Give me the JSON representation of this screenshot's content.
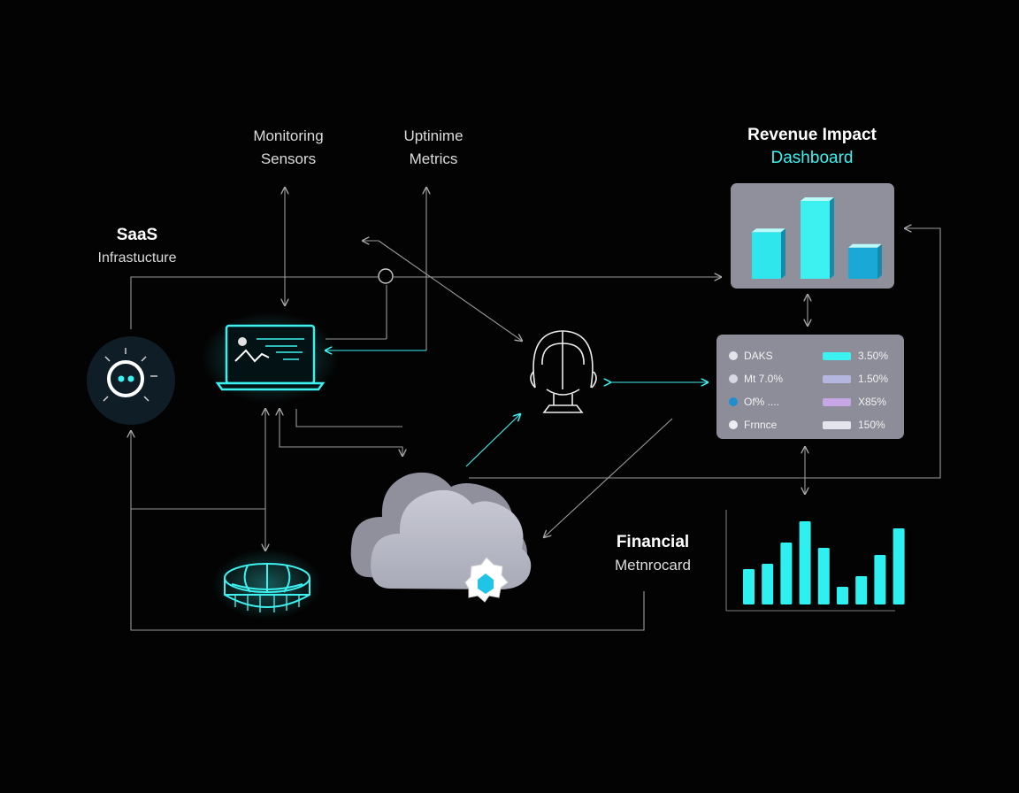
{
  "labels": {
    "monitoring": [
      "Monitoring",
      "Sensors"
    ],
    "uptime": [
      "Uptinime",
      "Metrics"
    ],
    "saas": [
      "SaaS",
      "Infrastucture"
    ],
    "revenue": [
      "Revenue Impact",
      "Dashboard"
    ],
    "financial": [
      "Financial",
      "Metnrocard"
    ]
  },
  "table_rows": [
    {
      "name": "DAKS",
      "value": "3.50%",
      "dot": "#e3e3ea",
      "bar": "#3ef1f1"
    },
    {
      "name": "Mt 7.0%",
      "value": "1.50%",
      "dot": "#d8d8e2",
      "bar": "#b4b6e0"
    },
    {
      "name": "Of% ....",
      "value": "X85%",
      "dot": "#1f8fcf",
      "bar": "#c6a6e4"
    },
    {
      "name": "Frnnce",
      "value": "150%",
      "dot": "#ececf2",
      "bar": "#e4e4ec"
    }
  ],
  "colors": {
    "accent": "#3ef1f1",
    "line": "#9a9a9a",
    "card": "#8f909c"
  },
  "icons": [
    "gauge-icon",
    "laptop-icon",
    "person-icon",
    "cloud-icon",
    "globe-icon"
  ],
  "chart_data": [
    {
      "type": "bar",
      "values": [
        3,
        5,
        2
      ]
    },
    {
      "type": "bar",
      "values": [
        2,
        2.3,
        3.5,
        4.7,
        3.2,
        1,
        1.6,
        2.8,
        4.3
      ]
    }
  ]
}
